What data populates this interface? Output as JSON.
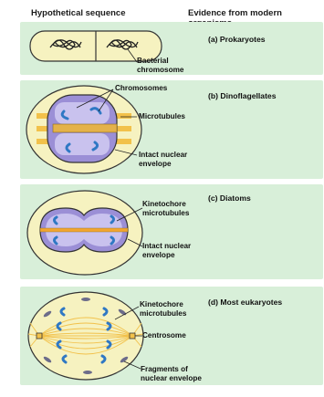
{
  "headers": {
    "left": "Hypothetical sequence",
    "right": "Evidence from modern organisms"
  },
  "panels": [
    {
      "title": "(a) Prokaryotes",
      "labels": [
        "Bacterial",
        "chromosome"
      ]
    },
    {
      "title": "(b) Dinoflagellates",
      "labels": {
        "chromosomes": "Chromosomes",
        "microtubules": "Microtubules",
        "envelope": [
          "Intact nuclear",
          "envelope"
        ]
      }
    },
    {
      "title": "(c) Diatoms",
      "labels": {
        "kinetochore": [
          "Kinetochore",
          "microtubules"
        ],
        "envelope": [
          "Intact nuclear",
          "envelope"
        ]
      }
    },
    {
      "title": "(d) Most eukaryotes",
      "labels": {
        "kinetochore": [
          "Kinetochore",
          "microtubules"
        ],
        "centrosome": "Centrosome",
        "fragments": [
          "Fragments of",
          "nuclear envelope"
        ]
      }
    }
  ],
  "colors": {
    "panel_bg": "#d8efd9",
    "cell_fill": "#f6f2c0",
    "nucleus_fill": "#9b8fd6",
    "chromosome": "#2f78c4",
    "microtubule": "#f2c14a"
  }
}
